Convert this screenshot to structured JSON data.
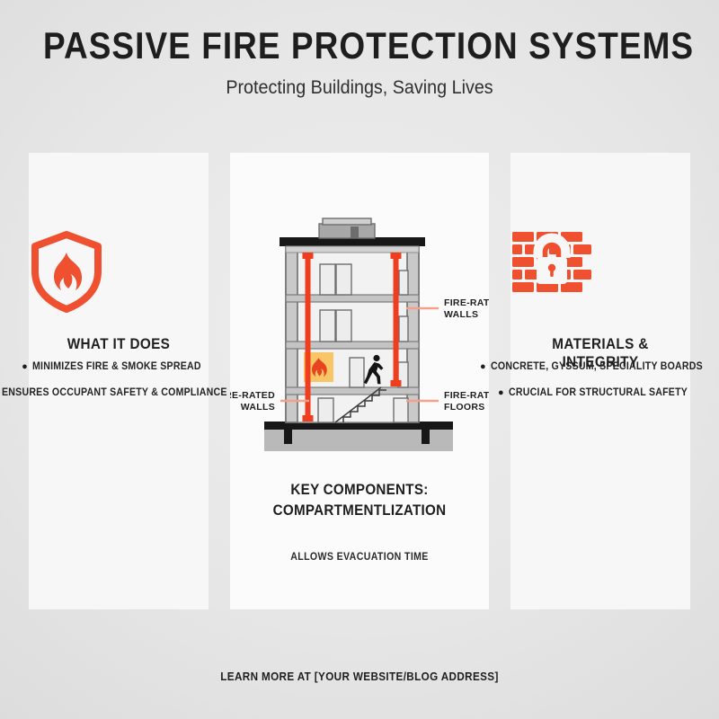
{
  "header": {
    "title": "PASSIVE FIRE PROTECTION SYSTEMS",
    "subtitle": "Protecting Buildings, Saving Lives"
  },
  "colors": {
    "accent_orange": "#ef5130",
    "accent_red": "#f03d1e",
    "fire_amber": "#f8c260",
    "ink": "#1e1e1e",
    "card_bg": "#f7f7f7",
    "page_bg": "#e0e0e0"
  },
  "panels": {
    "left": {
      "icon": "shield-flame-icon",
      "heading": "WHAT IT DOES",
      "bullets": [
        "MINIMIZES FIRE & SMOKE SPREAD",
        "ENSURES OCCUPANT SAFETY & COMPLIANCE"
      ]
    },
    "middle": {
      "icon": "building-cross-section-illustration",
      "heading_line1": "KEY COMPONENTS:",
      "heading_line2": "COMPARTMENTLIZATION",
      "subcaption": "ALLOWS EVACUATION TIME",
      "callouts": [
        {
          "id": "walls-right",
          "line1": "FIRE-RATED",
          "line2": "WALLS"
        },
        {
          "id": "walls-left",
          "line1": "FIRE-RATED",
          "line2": "WALLS"
        },
        {
          "id": "floors-right",
          "line1": "FIRE-RATED",
          "line2": "FLOORS"
        }
      ],
      "illustration_elements": {
        "rooftop_unit": "hvac-unit",
        "floors": 4,
        "fire_symbol": "flame-icon",
        "occupant": "walking-person-icon",
        "stairs": "staircase",
        "vertical_barriers": 2
      }
    },
    "right": {
      "icon": "brick-wall-lock-icon",
      "heading": "MATERIALS & INTEGRITY",
      "bullets": [
        "CONCRETE, GYSSUM, SPECIALITY BOARDS",
        "CRUCIAL FOR STRUCTURAL SAFETY"
      ]
    }
  },
  "footer": {
    "text": "LEARN MORE AT [YOUR WEBSITE/BLOG ADDRESS]"
  }
}
